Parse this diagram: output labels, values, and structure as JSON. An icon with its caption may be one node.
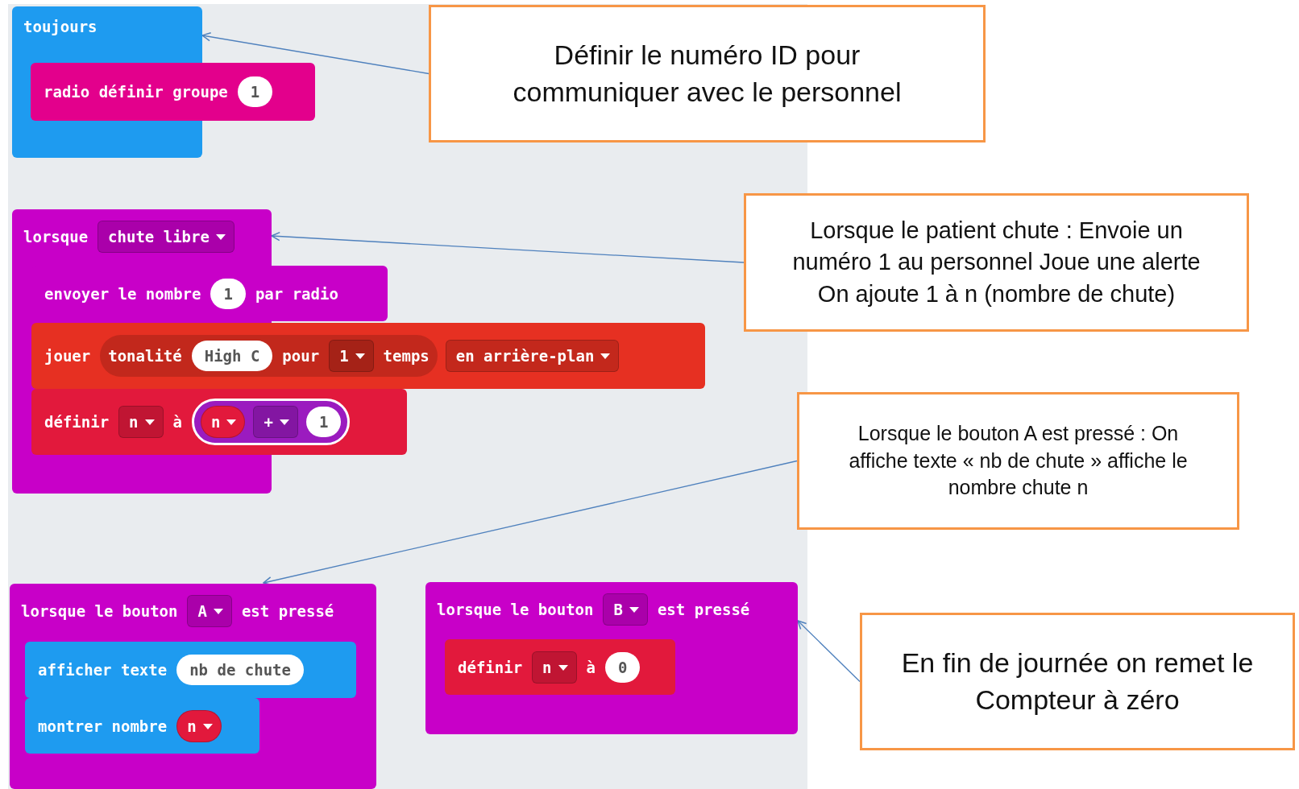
{
  "diagram": {
    "nodes": [
      {
        "text": [
          "Définir le numéro ID pour communiquer avec le personnel"
        ]
      },
      {
        "text": [
          "toujours"
        ]
      },
      {
        "text": [
          "radio définir groupe",
          "1"
        ]
      },
      {
        "text": [
          "Lorsque le patient chute : Envoie un numéro 1 au personnel Joue une alerte On ajoute 1 à n (nombre de chute)"
        ]
      },
      {
        "text": [
          "lorsque",
          "chute libre"
        ]
      },
      {
        "text": [
          "envoyer le nombre",
          "1",
          "par radio"
        ]
      },
      {
        "text": [
          "jouer",
          "tonalité",
          "High C",
          "pour",
          "1",
          "temps",
          "en arrière-plan"
        ]
      },
      {
        "text": [
          "définir",
          "n",
          "à",
          "n",
          "+",
          "1"
        ]
      },
      {
        "text": [
          "Lorsque le bouton A est pressé : On affiche texte « nb de chute » affiche le nombre chute n"
        ]
      },
      {
        "text": [
          "lorsque le bouton",
          "A",
          "est pressé"
        ]
      },
      {
        "text": [
          "afficher texte",
          "nb de chute"
        ],
        "in": 9
      },
      {
        "text": [
          "montrer nombre",
          "n"
        ],
        "in": 9
      },
      {
        "text": [
          "lorsque le bouton",
          "B",
          "est pressé"
        ]
      },
      {
        "text": [
          "définir",
          "n",
          "à",
          "0"
        ],
        "in": 12
      },
      {
        "text": [
          "En fin de journée on remet le Compteur à zéro"
        ]
      }
    ],
    "edges": [
      {
        "from": 0,
        "to": 1,
        "arrow": "to"
      },
      {
        "from": 3,
        "to": 4,
        "arrow": "to"
      },
      {
        "from": 8,
        "to": 9,
        "arrow": "to"
      },
      {
        "from": 14,
        "to": 12,
        "arrow": "to"
      }
    ]
  }
}
